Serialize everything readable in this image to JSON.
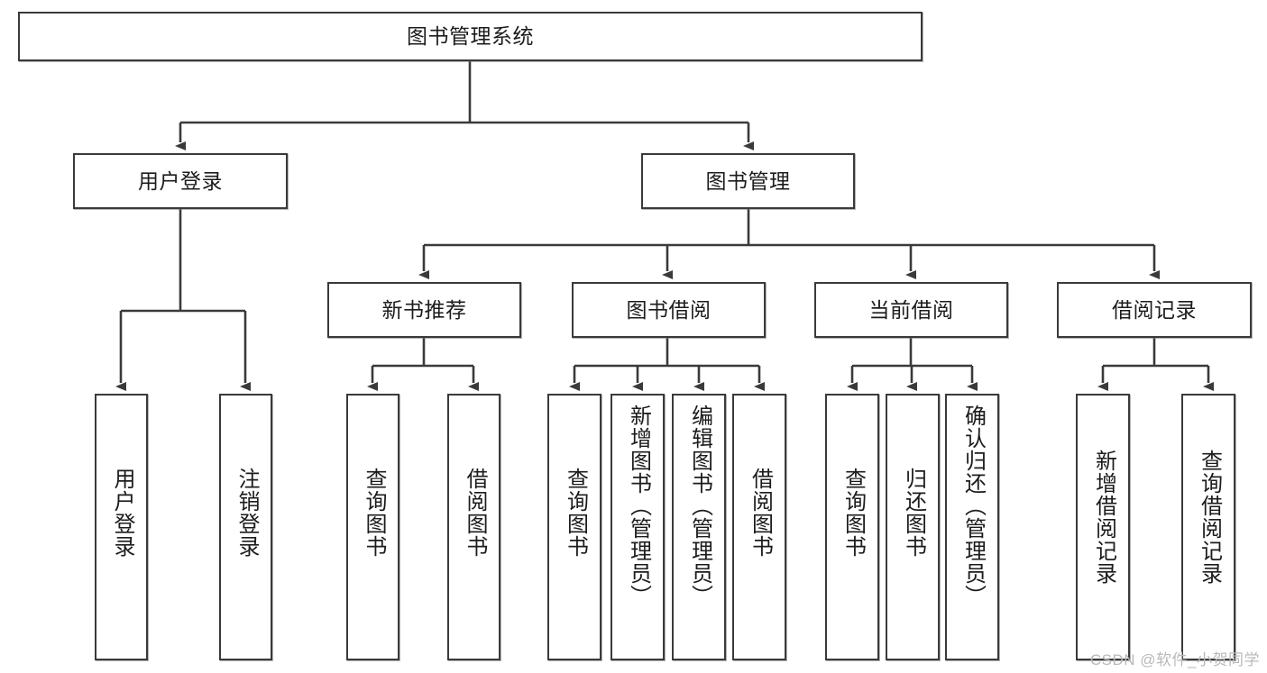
{
  "diagram": {
    "title": "图书管理系统",
    "type": "hierarchical-tree",
    "watermark": "CSDN @软件_小贺同学",
    "colors": {
      "stroke": "#3a3a3a",
      "fill": "#ffffff",
      "text": "#1c1c1c",
      "watermark": "#b9b9b9"
    },
    "root": {
      "label": "图书管理系统"
    },
    "level2": [
      {
        "label": "用户登录"
      },
      {
        "label": "图书管理"
      }
    ],
    "level3": [
      {
        "label": "新书推荐"
      },
      {
        "label": "图书借阅"
      },
      {
        "label": "当前借阅"
      },
      {
        "label": "借阅记录"
      }
    ],
    "leaves": {
      "user_login": [
        {
          "label": "用户登录"
        },
        {
          "label": "注销登录"
        }
      ],
      "new_book_recommend": [
        {
          "label": "查询图书"
        },
        {
          "label": "借阅图书"
        }
      ],
      "book_borrow": [
        {
          "label": "查询图书"
        },
        {
          "label": "新增图书（管理员）"
        },
        {
          "label": "编辑图书（管理员）"
        },
        {
          "label": "借阅图书"
        }
      ],
      "current_borrow": [
        {
          "label": "查询图书"
        },
        {
          "label": "归还图书"
        },
        {
          "label": "确认归还（管理员）"
        }
      ],
      "borrow_record": [
        {
          "label": "新增借阅记录"
        },
        {
          "label": "查询借阅记录"
        }
      ]
    }
  }
}
